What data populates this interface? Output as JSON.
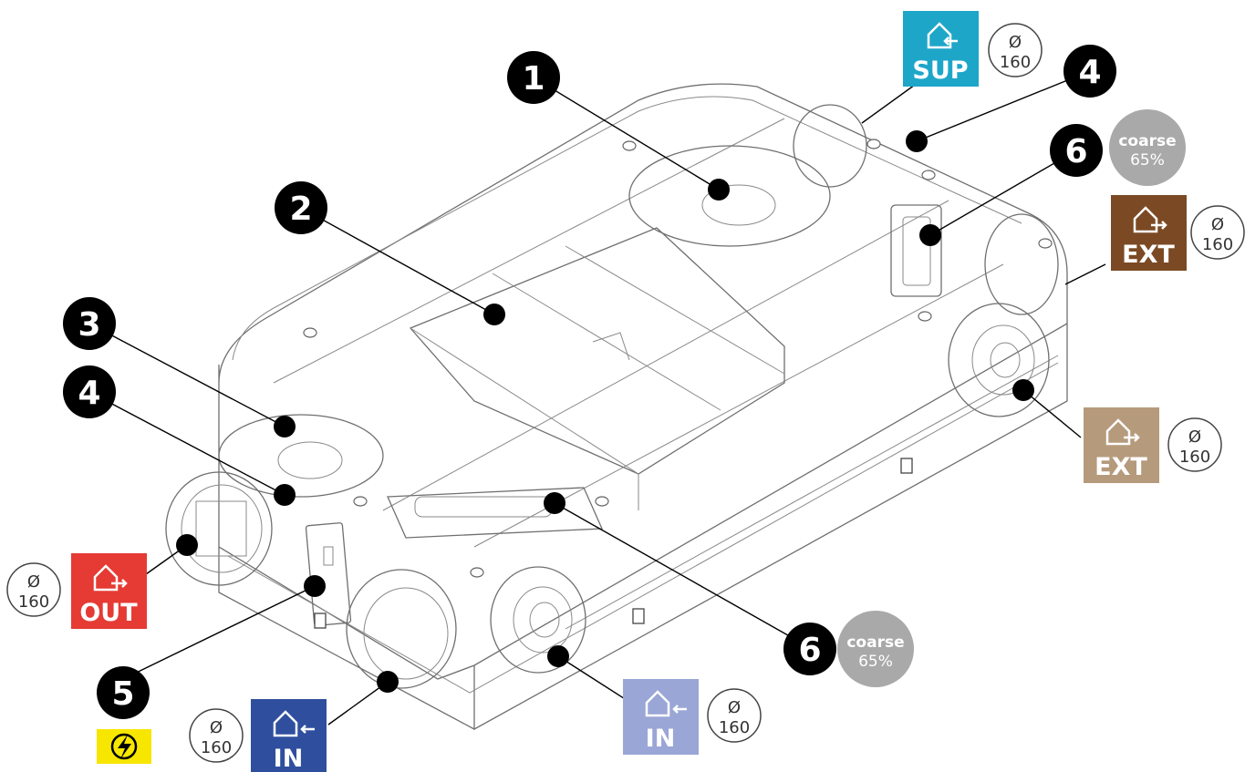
{
  "callouts": [
    {
      "id": "1",
      "label": "1"
    },
    {
      "id": "2",
      "label": "2"
    },
    {
      "id": "3",
      "label": "3"
    },
    {
      "id": "4a",
      "label": "4"
    },
    {
      "id": "4b",
      "label": "4"
    },
    {
      "id": "5",
      "label": "5"
    },
    {
      "id": "6a",
      "label": "6"
    },
    {
      "id": "6b",
      "label": "6"
    }
  ],
  "airflow_badges": [
    {
      "id": "sup",
      "label": "SUP",
      "color": "#1ea6c9",
      "icon": "house-arrow-in-icon"
    },
    {
      "id": "ext-dark",
      "label": "EXT",
      "color": "#7b4a24",
      "icon": "house-arrow-out-icon"
    },
    {
      "id": "ext-light",
      "label": "EXT",
      "color": "#b69a7c",
      "icon": "house-arrow-out-icon"
    },
    {
      "id": "out",
      "label": "OUT",
      "color": "#e63a34",
      "icon": "house-arrow-out-icon"
    },
    {
      "id": "in-dark",
      "label": "IN",
      "color": "#2f4f9e",
      "icon": "house-arrow-in-icon"
    },
    {
      "id": "in-light",
      "label": "IN",
      "color": "#9aa6d6",
      "icon": "house-arrow-in-icon"
    }
  ],
  "diameter": {
    "symbol": "Ø",
    "value": "160"
  },
  "filter": {
    "line1": "coarse",
    "line2": "65%",
    "color": "#a9a9a9"
  },
  "power_icon": {
    "name": "lightning-bolt-icon",
    "color": "#f7e600"
  }
}
